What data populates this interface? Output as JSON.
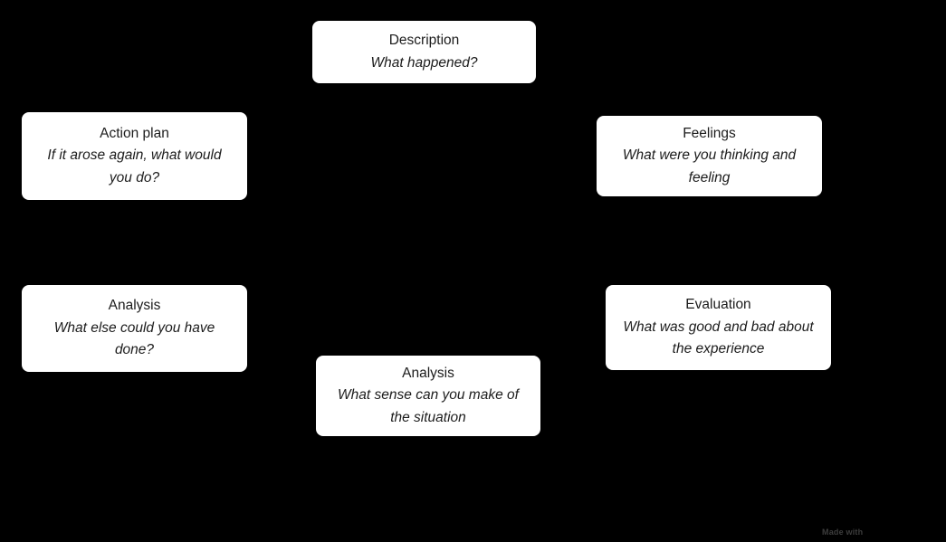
{
  "colors": {
    "background": "#000000",
    "node_fill": "#ffffff",
    "node_text": "#1c1c1c",
    "watermark_text": "#3d3d3d"
  },
  "nodes": [
    {
      "id": "description",
      "title": "Description",
      "subtitle_lines": [
        "What happened?"
      ]
    },
    {
      "id": "action-plan",
      "title": "Action plan",
      "subtitle_lines": [
        "If it arose again, what would",
        "you do?"
      ]
    },
    {
      "id": "feelings",
      "title": "Feelings",
      "subtitle_lines": [
        "What were you thinking and",
        "feeling"
      ]
    },
    {
      "id": "analysis-left",
      "title": "Analysis",
      "subtitle_lines": [
        "What else could you have",
        "done?"
      ]
    },
    {
      "id": "evaluation",
      "title": "Evaluation",
      "subtitle_lines": [
        "What was good and bad about",
        "the experience"
      ]
    },
    {
      "id": "analysis-center",
      "title": "Analysis",
      "subtitle_lines": [
        "What sense can you make of",
        "the situation"
      ]
    }
  ],
  "watermark": {
    "text": "Made with"
  }
}
